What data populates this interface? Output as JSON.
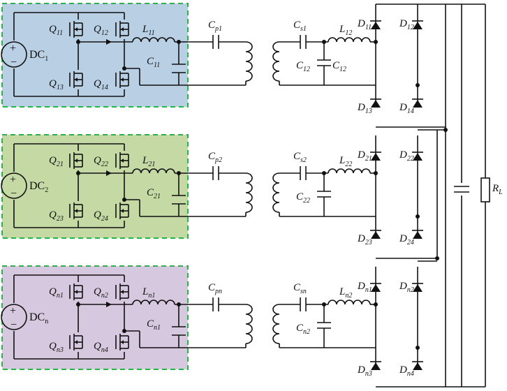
{
  "modules": [
    {
      "id": "1",
      "fill": "#b8cfe4",
      "source": {
        "label": "DC",
        "sub": "1"
      },
      "switches": [
        "Q11",
        "Q12",
        "Q13",
        "Q14"
      ],
      "inductor": "L11",
      "capacitor": "C11",
      "primary_cap": "Cp1",
      "secondary_cap": "Cs1",
      "secondary_inductor": "L12",
      "secondary_shunt": "C12",
      "diodes": [
        "D11",
        "D12",
        "D13",
        "D14"
      ]
    },
    {
      "id": "2",
      "fill": "#c4d9a4",
      "source": {
        "label": "DC",
        "sub": "2"
      },
      "switches": [
        "Q21",
        "Q22",
        "Q23",
        "Q24"
      ],
      "inductor": "L21",
      "capacitor": "C21",
      "primary_cap": "Cp2",
      "secondary_cap": "Cs2",
      "secondary_inductor": "L22",
      "secondary_shunt": "C22",
      "diodes": [
        "D21",
        "D22",
        "D23",
        "D24"
      ]
    },
    {
      "id": "n",
      "fill": "#d5c8df",
      "source": {
        "label": "DC",
        "sub": "n"
      },
      "switches": [
        "Qn1",
        "Qn2",
        "Qn3",
        "Qn4"
      ],
      "inductor": "Ln1",
      "capacitor": "Cn1",
      "primary_cap": "Cpn",
      "secondary_cap": "Csn",
      "secondary_inductor": "Ln2",
      "secondary_shunt": "Cn2",
      "diodes": [
        "Dn1",
        "Dn2",
        "Dn3",
        "Dn4"
      ]
    }
  ],
  "extra_label": "C12",
  "load": "RL",
  "colors": {
    "border": "#27b24a",
    "wire": "#111111"
  }
}
